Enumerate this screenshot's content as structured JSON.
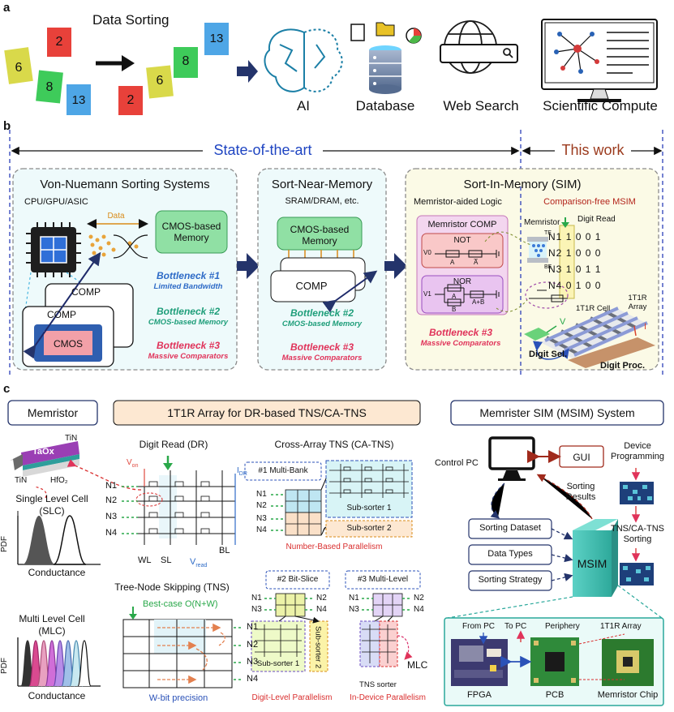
{
  "panel_a": {
    "label": "a",
    "data_sorting": "Data Sorting",
    "unsorted_cards": [
      "2",
      "6",
      "8",
      "13"
    ],
    "sorted_cards": [
      "2",
      "6",
      "8",
      "13"
    ],
    "applications": [
      "AI",
      "Database",
      "Web Search",
      "Scientific Compute"
    ]
  },
  "panel_b": {
    "label": "b",
    "state_of_art": "State-of-the-art",
    "this_work": "This work",
    "von_neumann": {
      "title": "Von-Nuemann Sorting Systems",
      "chip_label": "CPU/GPU/ASIC",
      "data_label": "Data",
      "memory_label": "CMOS-based\nMemory",
      "comp_label": "COMP",
      "cmos_label": "CMOS",
      "bottlenecks": [
        {
          "title": "Bottleneck #1",
          "sub": "Limited Bandwidth",
          "color": "#2e6bc7"
        },
        {
          "title": "Bottleneck #2",
          "sub": "CMOS-based Memory",
          "color": "#1f9e7a"
        },
        {
          "title": "Bottleneck #3",
          "sub": "Massive Comparators",
          "color": "#e0335a"
        }
      ]
    },
    "sort_near_memory": {
      "title": "Sort-Near-Memory",
      "subtitle": "SRAM/DRAM, etc.",
      "memory_label": "CMOS-based\nMemory",
      "comp_label": "COMP",
      "bottlenecks": [
        {
          "title": "Bottleneck #2",
          "sub": "CMOS-based Memory",
          "color": "#1f9e7a"
        },
        {
          "title": "Bottleneck #3",
          "sub": "Massive Comparators",
          "color": "#e0335a"
        }
      ]
    },
    "sim": {
      "title": "Sort-In-Memory (SIM)",
      "logic_label": "Memristor-aided Logic",
      "comp_title": "Memristor COMP",
      "not_label": "NOT",
      "nor_label": "NOR",
      "v0": "V0",
      "v1": "V1",
      "a": "A",
      "a_bar": "A̅",
      "b": "B",
      "a_or_b": "A+B",
      "bottleneck_title": "Bottleneck #3",
      "bottleneck_sub": "Massive Comparators",
      "bottleneck_color": "#e0335a",
      "msim_title": "Comparison-free MSIM",
      "memristor_label": "Memristor",
      "te": "TE",
      "be": "BE",
      "digit_read": "Digit Read",
      "table_rows": [
        {
          "name": "N1",
          "bits": "1 0 0 1"
        },
        {
          "name": "N2",
          "bits": "1 0 0 0"
        },
        {
          "name": "N3",
          "bits": "1 0 1 1"
        },
        {
          "name": "N4",
          "bits": "0 1 0 0"
        }
      ],
      "cell_label": "1T1R Cell",
      "array_label": "1T1R\nArray",
      "v_label": "V",
      "i_label": "I",
      "digit_sel": "Digit Sel.",
      "digit_proc": "Digit Proc."
    }
  },
  "panel_c": {
    "label": "c",
    "memristor_title": "Memristor",
    "array_title": "1T1R Array for DR-based TNS/CA-TNS",
    "msim_title": "Memrister SIM (MSIM) System",
    "device": {
      "top": "TaOx",
      "tin_top": "TiN",
      "tin_bottom": "TiN",
      "hfo2": "HfO₂"
    },
    "slc_title": "Single Level Cell\n(SLC)",
    "mlc_title": "Multi Level Cell\n(MLC)",
    "pdf": "PDF",
    "conductance": "Conductance",
    "dr": {
      "title": "Digit Read (DR)",
      "von": "V",
      "von_sub": "on",
      "idr": "I",
      "idr_sub": "DR",
      "rows": [
        "N1",
        "N2",
        "N3",
        "N4"
      ],
      "wl": "WL",
      "sl": "SL",
      "vread": "V",
      "vread_sub": "read",
      "bl": "BL"
    },
    "tns": {
      "title": "Tree-Node Skipping (TNS)",
      "best_case": "Best-case O(N+W)",
      "rows": [
        "N1",
        "N2",
        "N3",
        "N4"
      ],
      "precision": "W-bit precision"
    },
    "ca": {
      "title": "Cross-Array TNS (CA-TNS)",
      "multibank": "#1 Multi-Bank",
      "rows": [
        "N1",
        "N2",
        "N3",
        "N4"
      ],
      "sub1": "Sub-sorter 1",
      "sub2": "Sub-sorter 2",
      "parallel": "Number-Based Parallelism",
      "bitslice": "#2 Bit-Slice",
      "bs_rows": [
        "N1",
        "N3"
      ],
      "bs_rows_right": [
        "N2",
        "N4"
      ],
      "digit_parallel": "Digit-Level Parallelism",
      "multilevel": "#3 Multi-Level",
      "ml_rows": [
        "N1",
        "N3"
      ],
      "ml_rows_right": [
        "N2",
        "N4"
      ],
      "tns_sorter": "TNS sorter",
      "mlc": "MLC",
      "device_parallel": "In-Device Parallelism"
    },
    "system": {
      "control_pc": "Control PC",
      "gui": "GUI",
      "device_programming": "Device\nProgramming",
      "sorting_results": "Sorting\nResults",
      "tns_sorting": "TNS/CA-TNS\nSorting",
      "inputs": [
        "Sorting Dataset",
        "Data Types",
        "Sorting Strategy"
      ],
      "msim": "MSIM",
      "from_pc": "From PC",
      "to_pc": "To PC",
      "periphery": "Periphery",
      "array": "1T1R Array",
      "fpga": "FPGA",
      "pcb": "PCB",
      "chip": "Memristor Chip"
    }
  },
  "colors": {
    "card_yellow": "#d9d94a",
    "card_red": "#e8413a",
    "card_green": "#3ecb5a",
    "card_blue": "#4ea6e6",
    "navy": "#24346b",
    "blue_text": "#1f45c2",
    "brown_text": "#9b3a1d",
    "dark_red": "#b3241b"
  }
}
